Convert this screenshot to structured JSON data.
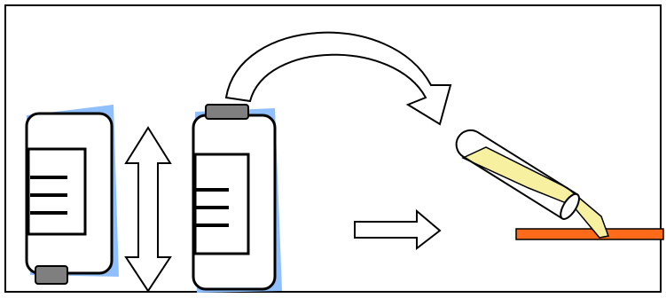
{
  "diagram": {
    "panels": [
      {
        "id": "bottle-inverted",
        "icon": "bottle-upside-down-icon"
      },
      {
        "id": "invert-arrow",
        "icon": "double-vertical-arrow-icon"
      },
      {
        "id": "bottle-upright",
        "icon": "bottle-upright-icon"
      },
      {
        "id": "pour-arrow",
        "icon": "curved-arrow-icon"
      },
      {
        "id": "next-step-arrow",
        "icon": "right-arrow-icon"
      },
      {
        "id": "tube-and-plate",
        "icon": "test-tube-pouring-onto-plate-icon"
      }
    ],
    "colors": {
      "border": "#000000",
      "bottle_shadow": "#8fbfff",
      "cap": "#7f7f7f",
      "liquid": "#f7f0a0",
      "plate": "#ff6a1a"
    }
  }
}
